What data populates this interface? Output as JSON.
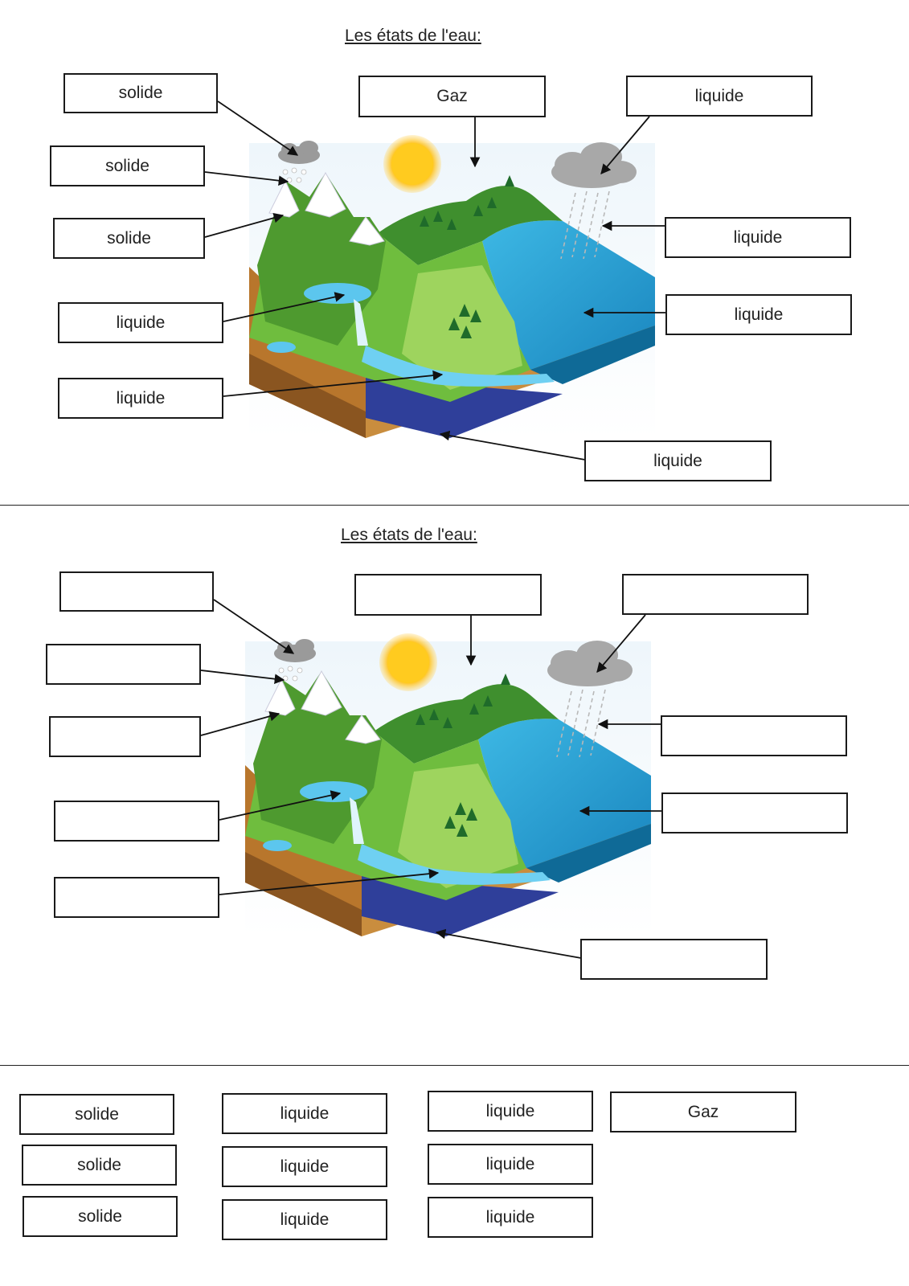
{
  "title": "Les états de l'eau:",
  "filled": {
    "snow_cloud": "solide",
    "snowfall": "solide",
    "snow_peak": "solide",
    "lake": "liquide",
    "river": "liquide",
    "vapor": "Gaz",
    "rain_cloud": "liquide",
    "rain": "liquide",
    "sea": "liquide",
    "groundwater": "liquide"
  },
  "bank": {
    "col1": [
      "solide",
      "solide",
      "solide"
    ],
    "col2": [
      "liquide",
      "liquide",
      "liquide"
    ],
    "col3": [
      "liquide",
      "liquide",
      "liquide"
    ],
    "col4": [
      "Gaz"
    ]
  }
}
